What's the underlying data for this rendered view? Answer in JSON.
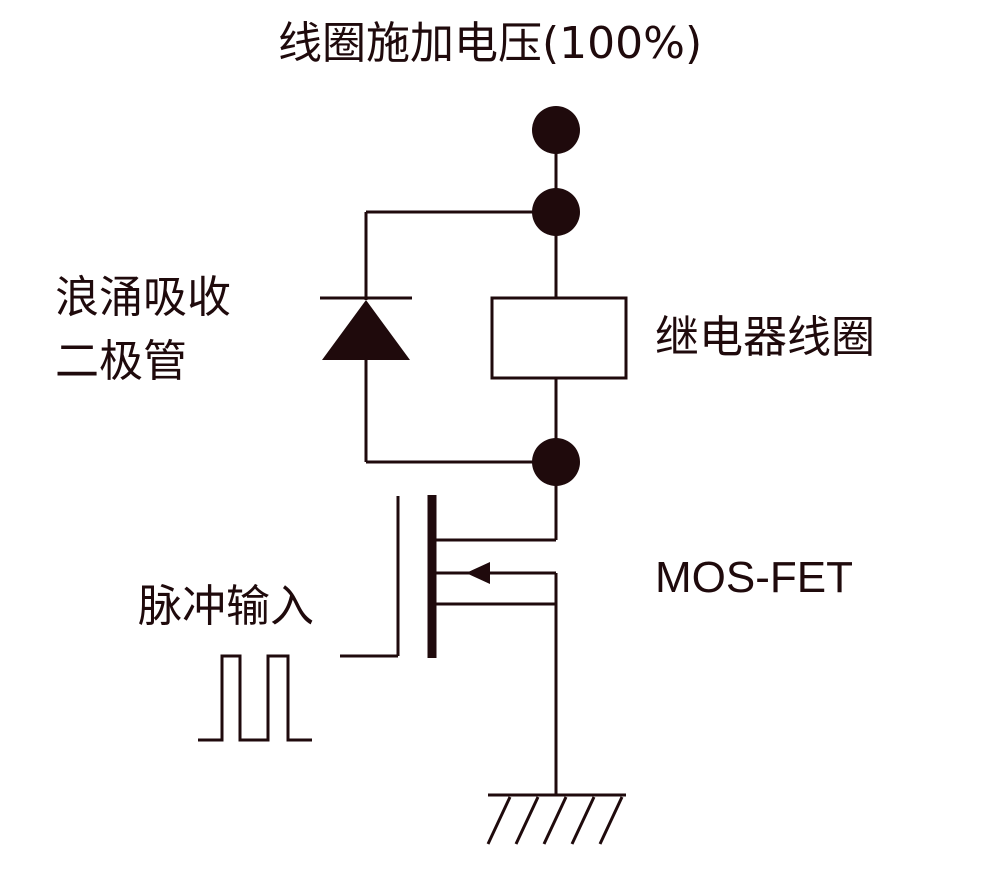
{
  "colors": {
    "ink": "#1f0a0c",
    "background": "#ffffff"
  },
  "labels": {
    "supply_voltage": "线圈施加电压(100%)",
    "snubber_diode_line1": "浪涌吸收",
    "snubber_diode_line2": "二极管",
    "relay_coil": "继电器线圈",
    "transistor": "MOS-FET",
    "pulse_input": "脉冲输入"
  },
  "components": {
    "terminals": [
      "supply-terminal",
      "node-top",
      "node-bottom"
    ],
    "diode": "snubber-diode",
    "coil": "relay-coil",
    "transistor": "mos-fet",
    "input_waveform": "pulse-waveform",
    "ground": "ground-symbol"
  }
}
